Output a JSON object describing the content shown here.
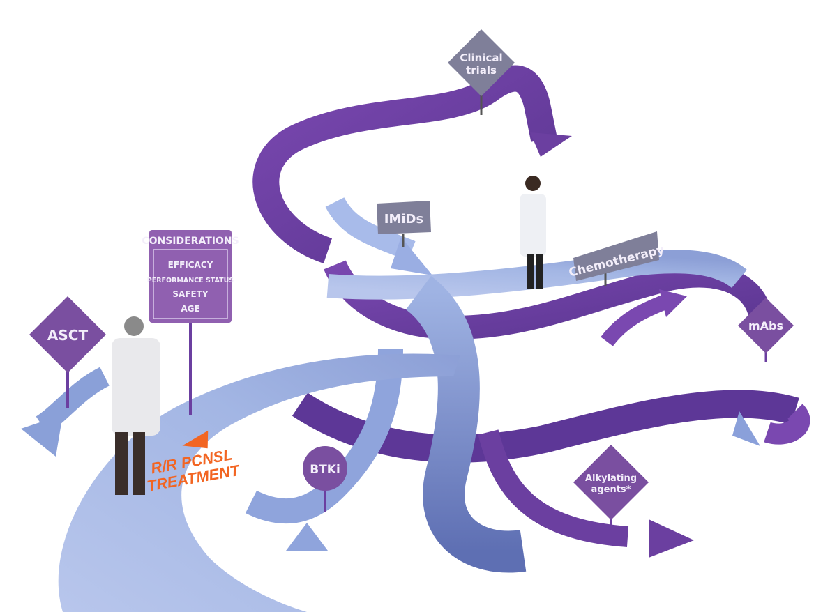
{
  "signs": {
    "asct": "ASCT",
    "considerations": {
      "title": "CONSIDERATIONS",
      "items": [
        "EFFICACY",
        "PERFORMANCE STATUS",
        "SAFETY",
        "AGE"
      ]
    },
    "clinical_trials": [
      "Clinical",
      "trials"
    ],
    "imids": "IMiDs",
    "chemotherapy": "Chemotherapy",
    "mabs": "mAbs",
    "btki": "BTKi",
    "alkylating": [
      "Alkylating",
      "agents*"
    ]
  },
  "road_label": [
    "R/R PCNSL",
    "TREATMENT"
  ],
  "colors": {
    "purple": "#6b3fa0",
    "sign_purple": "#8a5aa8",
    "sign_grey": "#7f7f99",
    "road_blue": "#a9bde6",
    "orange": "#f26522"
  }
}
